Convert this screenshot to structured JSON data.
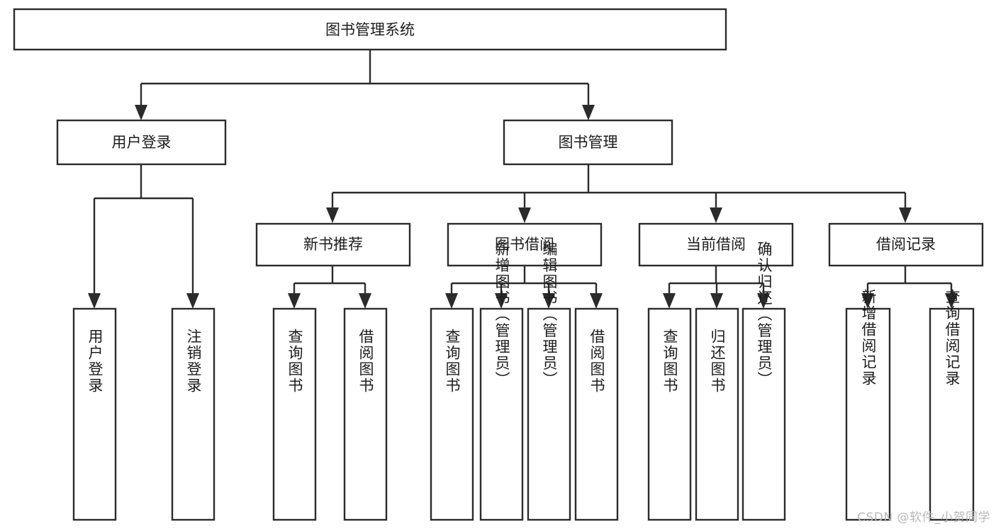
{
  "diagram": {
    "type": "tree-hierarchy",
    "title": "图书管理系统",
    "orientation": "top-down",
    "colors": {
      "box_stroke": "#2b2b2b",
      "box_fill": "#ffffff",
      "text": "#1c1c1c",
      "connector": "#2b2b2b",
      "watermark": "#b9b9b9"
    },
    "levels": {
      "root": {
        "label": "图书管理系统"
      },
      "level2": [
        {
          "label": "用户登录"
        },
        {
          "label": "图书管理"
        }
      ],
      "level3": [
        {
          "label": "新书推荐"
        },
        {
          "label": "图书借阅"
        },
        {
          "label": "当前借阅"
        },
        {
          "label": "借阅记录"
        }
      ],
      "leaves_user_login": [
        {
          "label": "用户登录"
        },
        {
          "label": "注销登录"
        }
      ],
      "leaves_new_book": [
        {
          "label": "查询图书"
        },
        {
          "label": "借阅图书"
        }
      ],
      "leaves_borrow": [
        {
          "label": "查询图书"
        },
        {
          "label": "新增图书（管理员）"
        },
        {
          "label": "编辑图书（管理员）"
        },
        {
          "label": "借阅图书"
        }
      ],
      "leaves_current": [
        {
          "label": "查询图书"
        },
        {
          "label": "归还图书"
        },
        {
          "label": "确认归还（管理员）"
        }
      ],
      "leaves_record": [
        {
          "label": "新增借阅记录"
        },
        {
          "label": "查询借阅记录"
        }
      ]
    }
  },
  "watermark": {
    "text": "CSDN @软件_小贺同学"
  }
}
